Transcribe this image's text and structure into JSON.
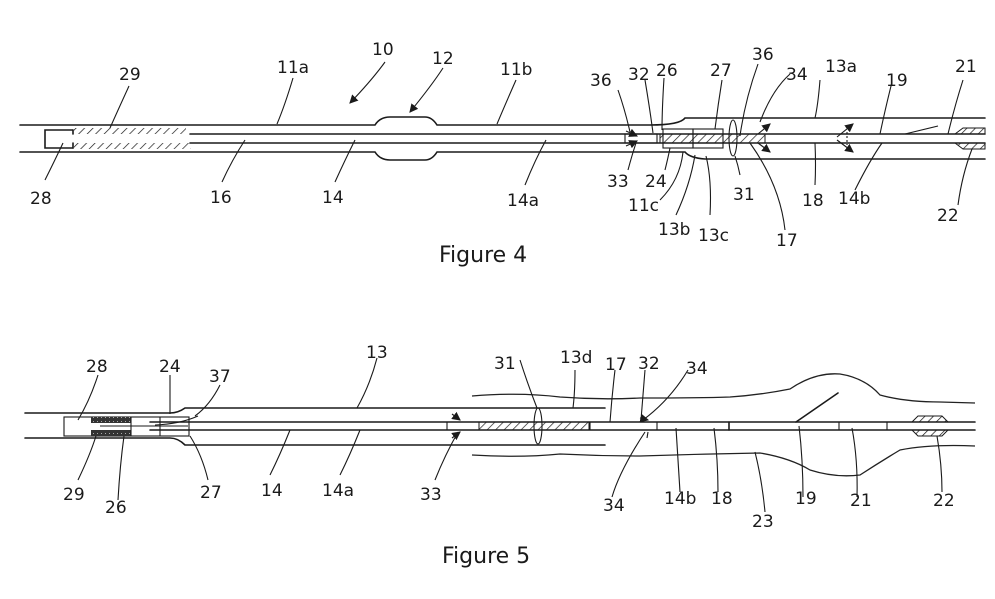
{
  "figures": [
    {
      "id": "figure-4",
      "caption": "Figure 4",
      "labels": [
        "10",
        "12",
        "11a",
        "11b",
        "29",
        "28",
        "16",
        "14",
        "14a",
        "36",
        "32",
        "26",
        "27",
        "36",
        "34",
        "13a",
        "19",
        "21",
        "33",
        "24",
        "11c",
        "13b",
        "13c",
        "31",
        "17",
        "18",
        "14b",
        "22"
      ]
    },
    {
      "id": "figure-5",
      "caption": "Figure 5",
      "labels": [
        "28",
        "24",
        "37",
        "13",
        "31",
        "13d",
        "17",
        "32",
        "34",
        "29",
        "26",
        "27",
        "14",
        "14a",
        "33",
        "34",
        "14b",
        "18",
        "23",
        "19",
        "21",
        "22"
      ]
    }
  ]
}
